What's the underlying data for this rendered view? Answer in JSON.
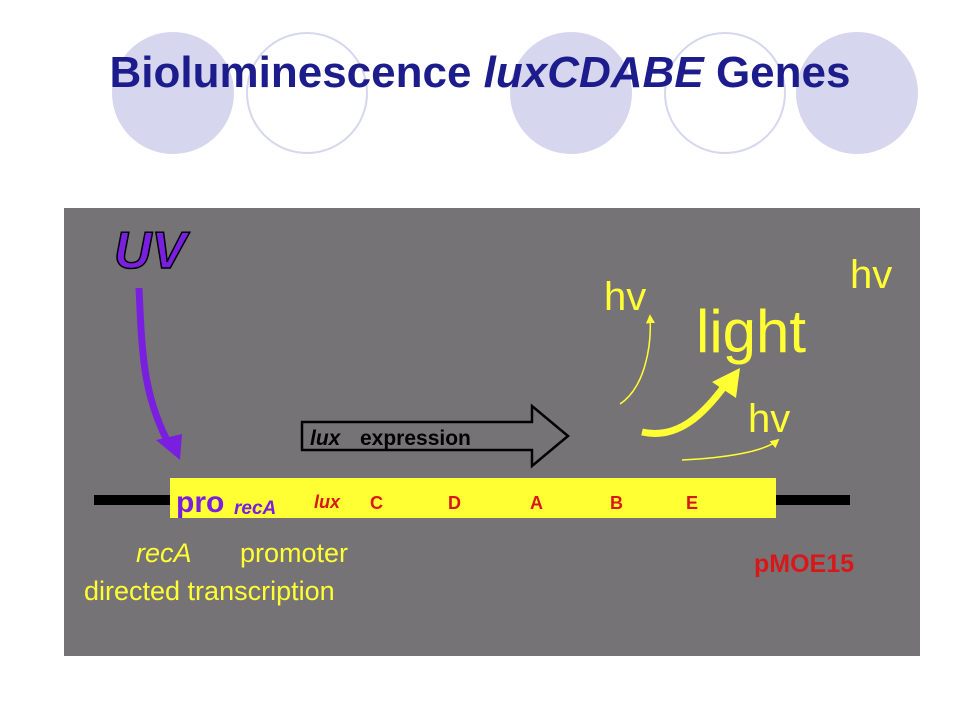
{
  "title": {
    "part1": "Bioluminescence",
    "part2": "luxCDABE",
    "part3": "Genes"
  },
  "diagram": {
    "uv_label": "UV",
    "hv_label": "hv",
    "light_label": "light",
    "expression_lux": "lux",
    "expression_text": "expression",
    "promoter_pro": "pro",
    "promoter_sub": "recA",
    "gene_lux": "lux",
    "genes": [
      "C",
      "D",
      "A",
      "B",
      "E"
    ],
    "plasmid": "pMOE15",
    "caption_line1_italic": "recA",
    "caption_line1_rest": "promoter",
    "caption_line2": "directed transcription",
    "colors": {
      "background": "#767377",
      "uv_purple": "#7a1fe0",
      "yellow": "#ffff33",
      "gene_red": "#d81818",
      "title_blue": "#1c1c8c"
    }
  }
}
